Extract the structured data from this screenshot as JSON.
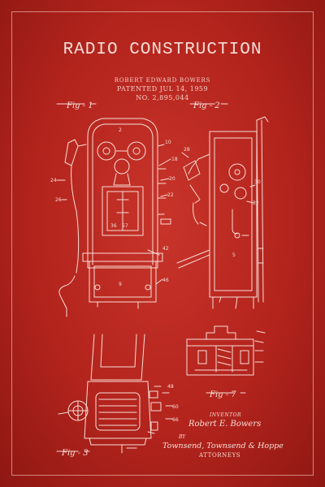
{
  "title": "RADIO CONSTRUCTION",
  "inventor_name": "ROBERT EDWARD BOWERS",
  "patent_date": "PATENTED JUL 14, 1959",
  "patent_number": "NO. 2,895,044",
  "figures": [
    "Fig - 1",
    "Fig - 2",
    "Fig - 3",
    "Fig - 7"
  ],
  "callouts": [
    "2",
    "10",
    "18",
    "20",
    "22",
    "24",
    "26",
    "28",
    "30",
    "32",
    "36",
    "42",
    "46",
    "48",
    "60",
    "66",
    "9",
    "5",
    "57"
  ],
  "inventor_label": "INVENTOR",
  "inventor_signature": "Robert E. Bowers",
  "by_label": "BY",
  "attorney_signature": "Townsend, Townsend & Hoppe",
  "attorneys_label": "ATTORNEYS",
  "colors": {
    "background": "#b3231d",
    "ink": "#f6ded6",
    "frame": "#f3cfc5"
  }
}
